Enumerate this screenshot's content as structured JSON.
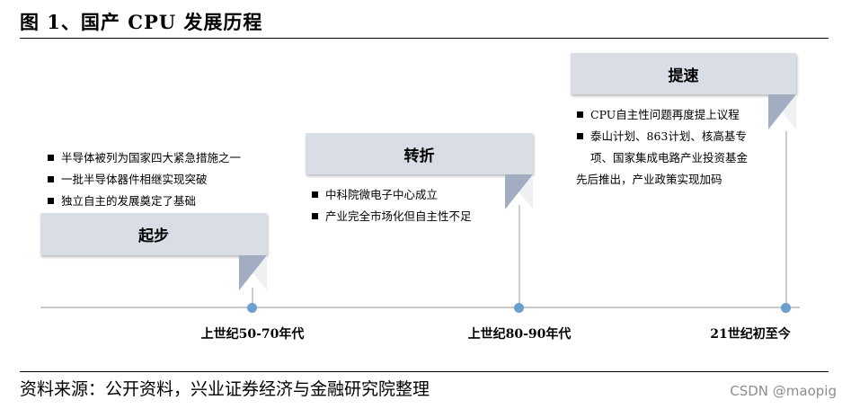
{
  "figure": {
    "title": "图 1、国产 CPU 发展历程",
    "source": "资料来源：公开资料，兴业证券经济与金融研究院整理",
    "watermark": "CSDN @maopig"
  },
  "colors": {
    "banner_fill": "#d8dde6",
    "fold_dark": "#a3adc2",
    "timeline": "#c9c9c9",
    "dot": "#6a9fd0"
  },
  "stages": [
    {
      "label": "起步",
      "era": "上世纪50-70年代",
      "items": [
        "半导体被列为国家四大紧急措施之一",
        "一批半导体器件相继实现突破",
        "独立自主的发展奠定了基础"
      ]
    },
    {
      "label": "转折",
      "era": "上世纪80-90年代",
      "items": [
        "中科院微电子中心成立",
        "产业完全市场化但自主性不足"
      ]
    },
    {
      "label": "提速",
      "era": "21世纪初至今",
      "items": [
        "CPU自主性问题再度提上议程",
        "泰山计划、863计划、核高基专",
        "项、国家集成电路产业投资基金",
        "先后推出，产业政策实现加码"
      ]
    }
  ]
}
